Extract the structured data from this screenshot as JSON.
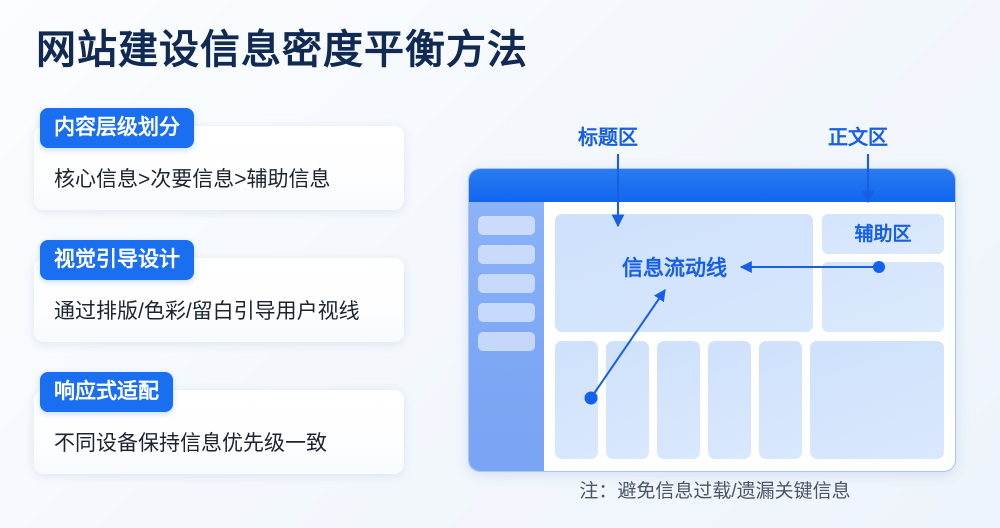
{
  "page": {
    "title": "网站建设信息密度平衡方法"
  },
  "cards": [
    {
      "badge": "内容层级划分",
      "body": "核心信息>次要信息>辅助信息"
    },
    {
      "badge": "视觉引导设计",
      "body": "通过排版/色彩/留白引导用户视线"
    },
    {
      "badge": "响应式适配",
      "body": "不同设备保持信息优先级一致"
    }
  ],
  "diagram": {
    "callouts": {
      "title_area": "标题区",
      "body_area": "正文区"
    },
    "mock": {
      "sidebar_items": [
        "",
        "",
        "",
        "",
        ""
      ],
      "aside_label": "辅助区",
      "flow_label": "信息流动线",
      "bottom_columns": [
        "",
        "",
        "",
        "",
        "",
        ""
      ]
    },
    "note": "注：避免信息过载/遗漏关键信息"
  },
  "colors": {
    "accent_blue": "#1a6ef0",
    "callout_blue": "#1760e3",
    "title_navy": "#102a53",
    "sidebar_blue": "#7ea8f5",
    "block_blue": "#d4e4fc"
  }
}
